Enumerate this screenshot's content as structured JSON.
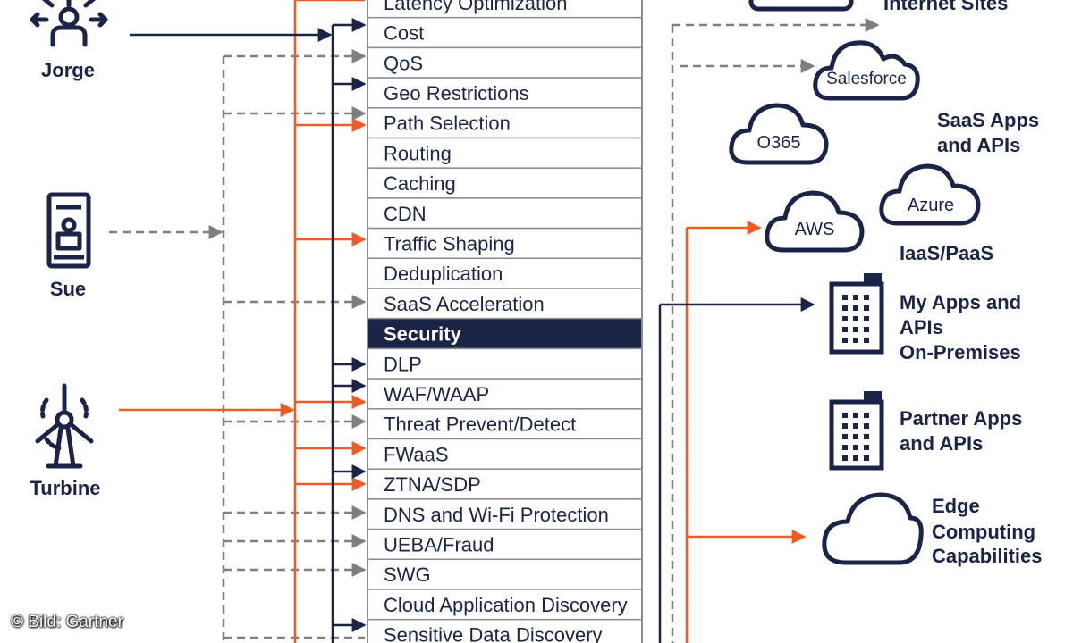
{
  "users": [
    "Jorge",
    "Sue",
    "Turbine"
  ],
  "services": [
    {
      "label": "Latency Optimization",
      "header": false
    },
    {
      "label": "Cost",
      "header": false
    },
    {
      "label": "QoS",
      "header": false
    },
    {
      "label": "Geo Restrictions",
      "header": false
    },
    {
      "label": "Path Selection",
      "header": false
    },
    {
      "label": "Routing",
      "header": false
    },
    {
      "label": "Caching",
      "header": false
    },
    {
      "label": "CDN",
      "header": false
    },
    {
      "label": "Traffic Shaping",
      "header": false
    },
    {
      "label": "Deduplication",
      "header": false
    },
    {
      "label": "SaaS Acceleration",
      "header": false
    },
    {
      "label": "Security",
      "header": true
    },
    {
      "label": "DLP",
      "header": false
    },
    {
      "label": "WAF/WAAP",
      "header": false
    },
    {
      "label": "Threat Prevent/Detect",
      "header": false
    },
    {
      "label": "FWaaS",
      "header": false
    },
    {
      "label": "ZTNA/SDP",
      "header": false
    },
    {
      "label": "DNS and Wi-Fi Protection",
      "header": false
    },
    {
      "label": "UEBA/Fraud",
      "header": false
    },
    {
      "label": "SWG",
      "header": false
    },
    {
      "label": "Cloud Application Discovery",
      "header": false
    },
    {
      "label": "Sensitive Data Discovery",
      "header": false
    }
  ],
  "destinations": {
    "internet_sites": "Internet Sites",
    "salesforce": "Salesforce",
    "o365": "O365",
    "saas_label": [
      "SaaS Apps",
      "and APIs"
    ],
    "azure": "Azure",
    "aws": "AWS",
    "iaas_label": "IaaS/PaaS",
    "my_apps_label": [
      "My Apps and",
      "APIs",
      "On-Premises"
    ],
    "partner_apps_label": [
      "Partner Apps",
      "and APIs"
    ],
    "edge_label": [
      "Edge",
      "Computing",
      "Capabilities"
    ]
  },
  "credit": "© Bild: Gartner",
  "colors": {
    "navy": "#1b2447",
    "orange": "#f05a28",
    "gray": "#7c8180",
    "table_border": "#8a8d93"
  }
}
